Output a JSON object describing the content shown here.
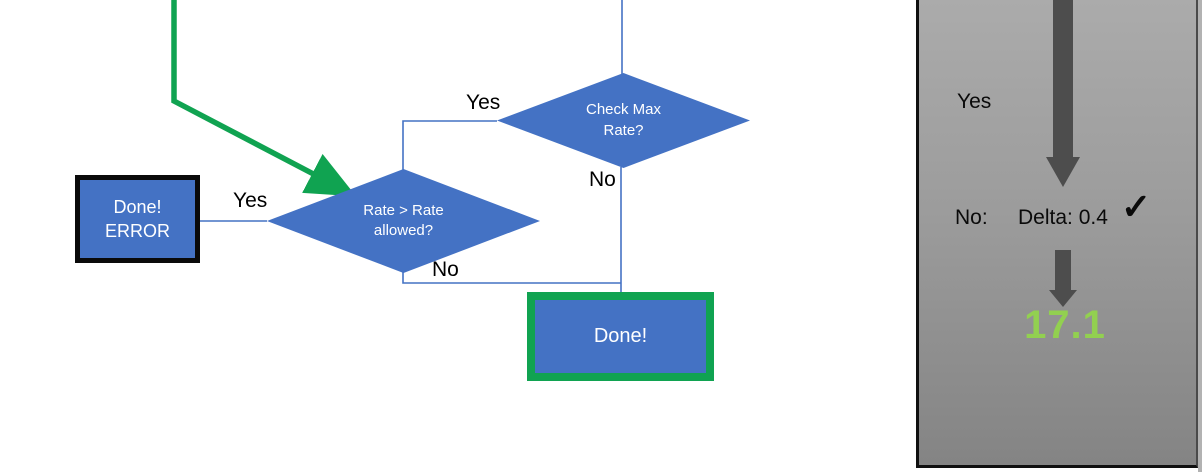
{
  "flowchart": {
    "check_max_diamond": {
      "line1": "Check Max",
      "line2": "Rate?"
    },
    "rate_diamond": {
      "line1": "Rate > Rate",
      "line2": "allowed?"
    },
    "done_error_box": {
      "line1": "Done!",
      "line2": "ERROR"
    },
    "done_box": {
      "label": "Done!"
    },
    "edge_labels": {
      "check_max_yes": "Yes",
      "check_max_no": "No",
      "rate_yes": "Yes",
      "rate_no": "No"
    }
  },
  "side_panel": {
    "yes_label": "Yes",
    "no_label": "No:",
    "delta_value": "Delta: 0.4",
    "checkmark": "✓",
    "result_value": "17.1"
  },
  "colors": {
    "shape_blue": "#4472c4",
    "connector_blue": "#4472c4",
    "accent_green": "#10a351",
    "result_green": "#92d050",
    "arrow_gray": "#4d4d4d",
    "panel_gray_top": "#ababab",
    "panel_gray_bottom": "#848484"
  }
}
